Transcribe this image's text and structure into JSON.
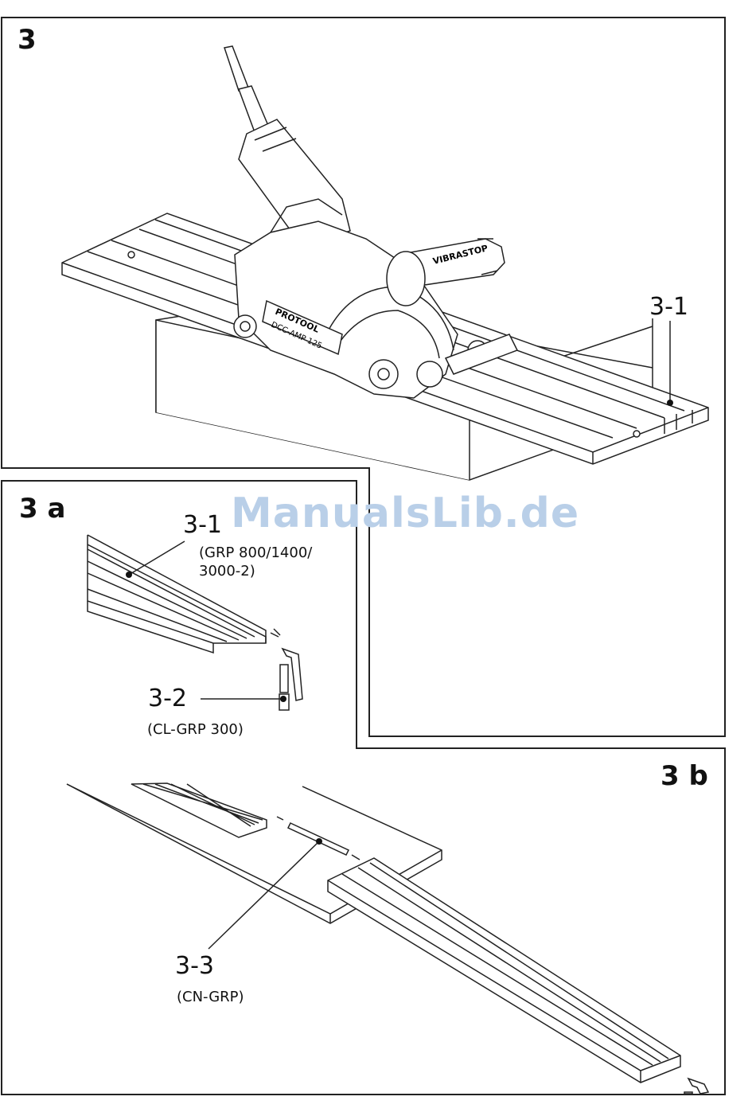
{
  "panels": {
    "p3": {
      "label": "3"
    },
    "p3a": {
      "label": "3 a"
    },
    "p3b": {
      "label": "3 b"
    }
  },
  "callouts": {
    "c31_top": {
      "label": "3-1"
    },
    "c31_a": {
      "label": "3-1",
      "sub_line1": "(GRP 800/1400/",
      "sub_line2": "3000-2)"
    },
    "c32": {
      "label": "3-2",
      "sub": "(CL-GRP 300)"
    },
    "c33": {
      "label": "3-3",
      "sub": "(CN-GRP)"
    }
  },
  "machine": {
    "brand": "PROTOOL",
    "model": "DCC-AMP 125",
    "handle": "VIBRASTOP"
  },
  "watermark": "ManualsLib.de"
}
